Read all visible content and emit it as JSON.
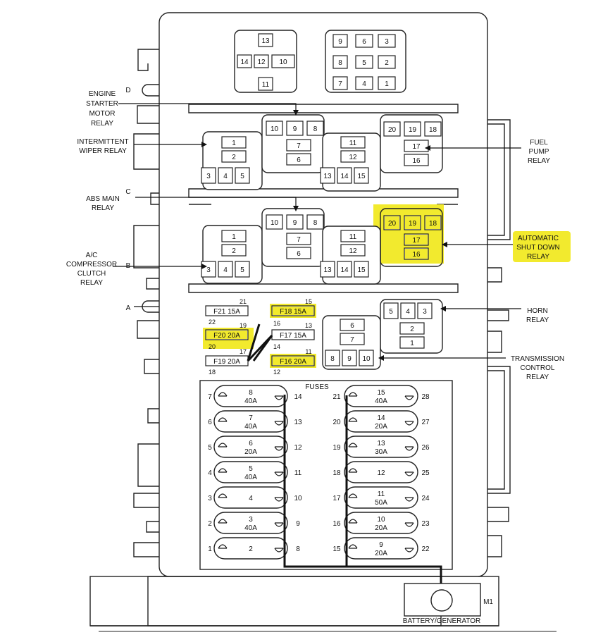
{
  "highlight_color": "#f2ea2e",
  "row_letters": {
    "d": "D",
    "c": "C",
    "b": "B",
    "a": "A"
  },
  "labels": {
    "engine_starter": [
      "ENGINE",
      "STARTER",
      "MOTOR",
      "RELAY"
    ],
    "intermittent_wiper": [
      "INTERMITTENT",
      "WIPER RELAY"
    ],
    "abs_main": [
      "ABS MAIN",
      "RELAY"
    ],
    "ac_compressor": [
      "A/C",
      "COMPRESSOR",
      "CLUTCH",
      "RELAY"
    ],
    "fuel_pump": [
      "FUEL",
      "PUMP",
      "RELAY"
    ],
    "automatic_shut_down": [
      "AUTOMATIC",
      "SHUT DOWN",
      "RELAY"
    ],
    "horn": [
      "HORN",
      "RELAY"
    ],
    "transmission_control": [
      "TRANSMISSION",
      "CONTROL",
      "RELAY"
    ]
  },
  "top_block_left": [
    "13",
    "14",
    "12",
    "10",
    "11"
  ],
  "top_block_right": [
    "9",
    "6",
    "3",
    "8",
    "5",
    "2",
    "7",
    "4",
    "1"
  ],
  "relay_top_a": [
    "10",
    "9",
    "8",
    "7",
    "6"
  ],
  "relay_left_a": [
    "1",
    "2",
    "3",
    "4",
    "5"
  ],
  "relay_mid_a": [
    "11",
    "12",
    "13",
    "14",
    "15"
  ],
  "relay_right_a": [
    "20",
    "19",
    "18",
    "17",
    "16"
  ],
  "relay_top_b": [
    "10",
    "9",
    "8",
    "7",
    "6"
  ],
  "relay_left_b": [
    "1",
    "2",
    "3",
    "4",
    "5"
  ],
  "relay_mid_b": [
    "11",
    "12",
    "13",
    "14",
    "15"
  ],
  "relay_asd": [
    "20",
    "19",
    "18",
    "17",
    "16"
  ],
  "relay_horn": [
    "5",
    "4",
    "3",
    "2",
    "1"
  ],
  "relay_trans": [
    "6",
    "7",
    "8",
    "9",
    "10"
  ],
  "mini_fuses": {
    "f21": "F21 15A",
    "f20": "F20 20A",
    "f19": "F19 20A",
    "f18": "F18 15A",
    "f17": "F17 15A",
    "f16": "F16 20A",
    "pins": [
      "21",
      "22",
      "19",
      "20",
      "17",
      "18",
      "15",
      "16",
      "13",
      "14",
      "11",
      "12"
    ]
  },
  "fuses_title": "FUSES",
  "fuses_left": [
    {
      "n": "8",
      "amp": "40A",
      "l": "7",
      "r": "14"
    },
    {
      "n": "7",
      "amp": "40A",
      "l": "6",
      "r": "13"
    },
    {
      "n": "6",
      "amp": "20A",
      "l": "5",
      "r": "12"
    },
    {
      "n": "5",
      "amp": "40A",
      "l": "4",
      "r": "11"
    },
    {
      "n": "4",
      "amp": "",
      "l": "3",
      "r": "10"
    },
    {
      "n": "3",
      "amp": "40A",
      "l": "2",
      "r": "9"
    },
    {
      "n": "2",
      "amp": "",
      "l": "1",
      "r": "8"
    }
  ],
  "fuses_right": [
    {
      "n": "15",
      "amp": "40A",
      "l": "21",
      "r": "28"
    },
    {
      "n": "14",
      "amp": "20A",
      "l": "20",
      "r": "27"
    },
    {
      "n": "13",
      "amp": "30A",
      "l": "19",
      "r": "26"
    },
    {
      "n": "12",
      "amp": "",
      "l": "18",
      "r": "25"
    },
    {
      "n": "11",
      "amp": "50A",
      "l": "17",
      "r": "24"
    },
    {
      "n": "10",
      "amp": "20A",
      "l": "16",
      "r": "23"
    },
    {
      "n": "9",
      "amp": "20A",
      "l": "15",
      "r": "22"
    }
  ],
  "connector_label": "M1",
  "battery_label": "BATTERY/GENERATOR"
}
